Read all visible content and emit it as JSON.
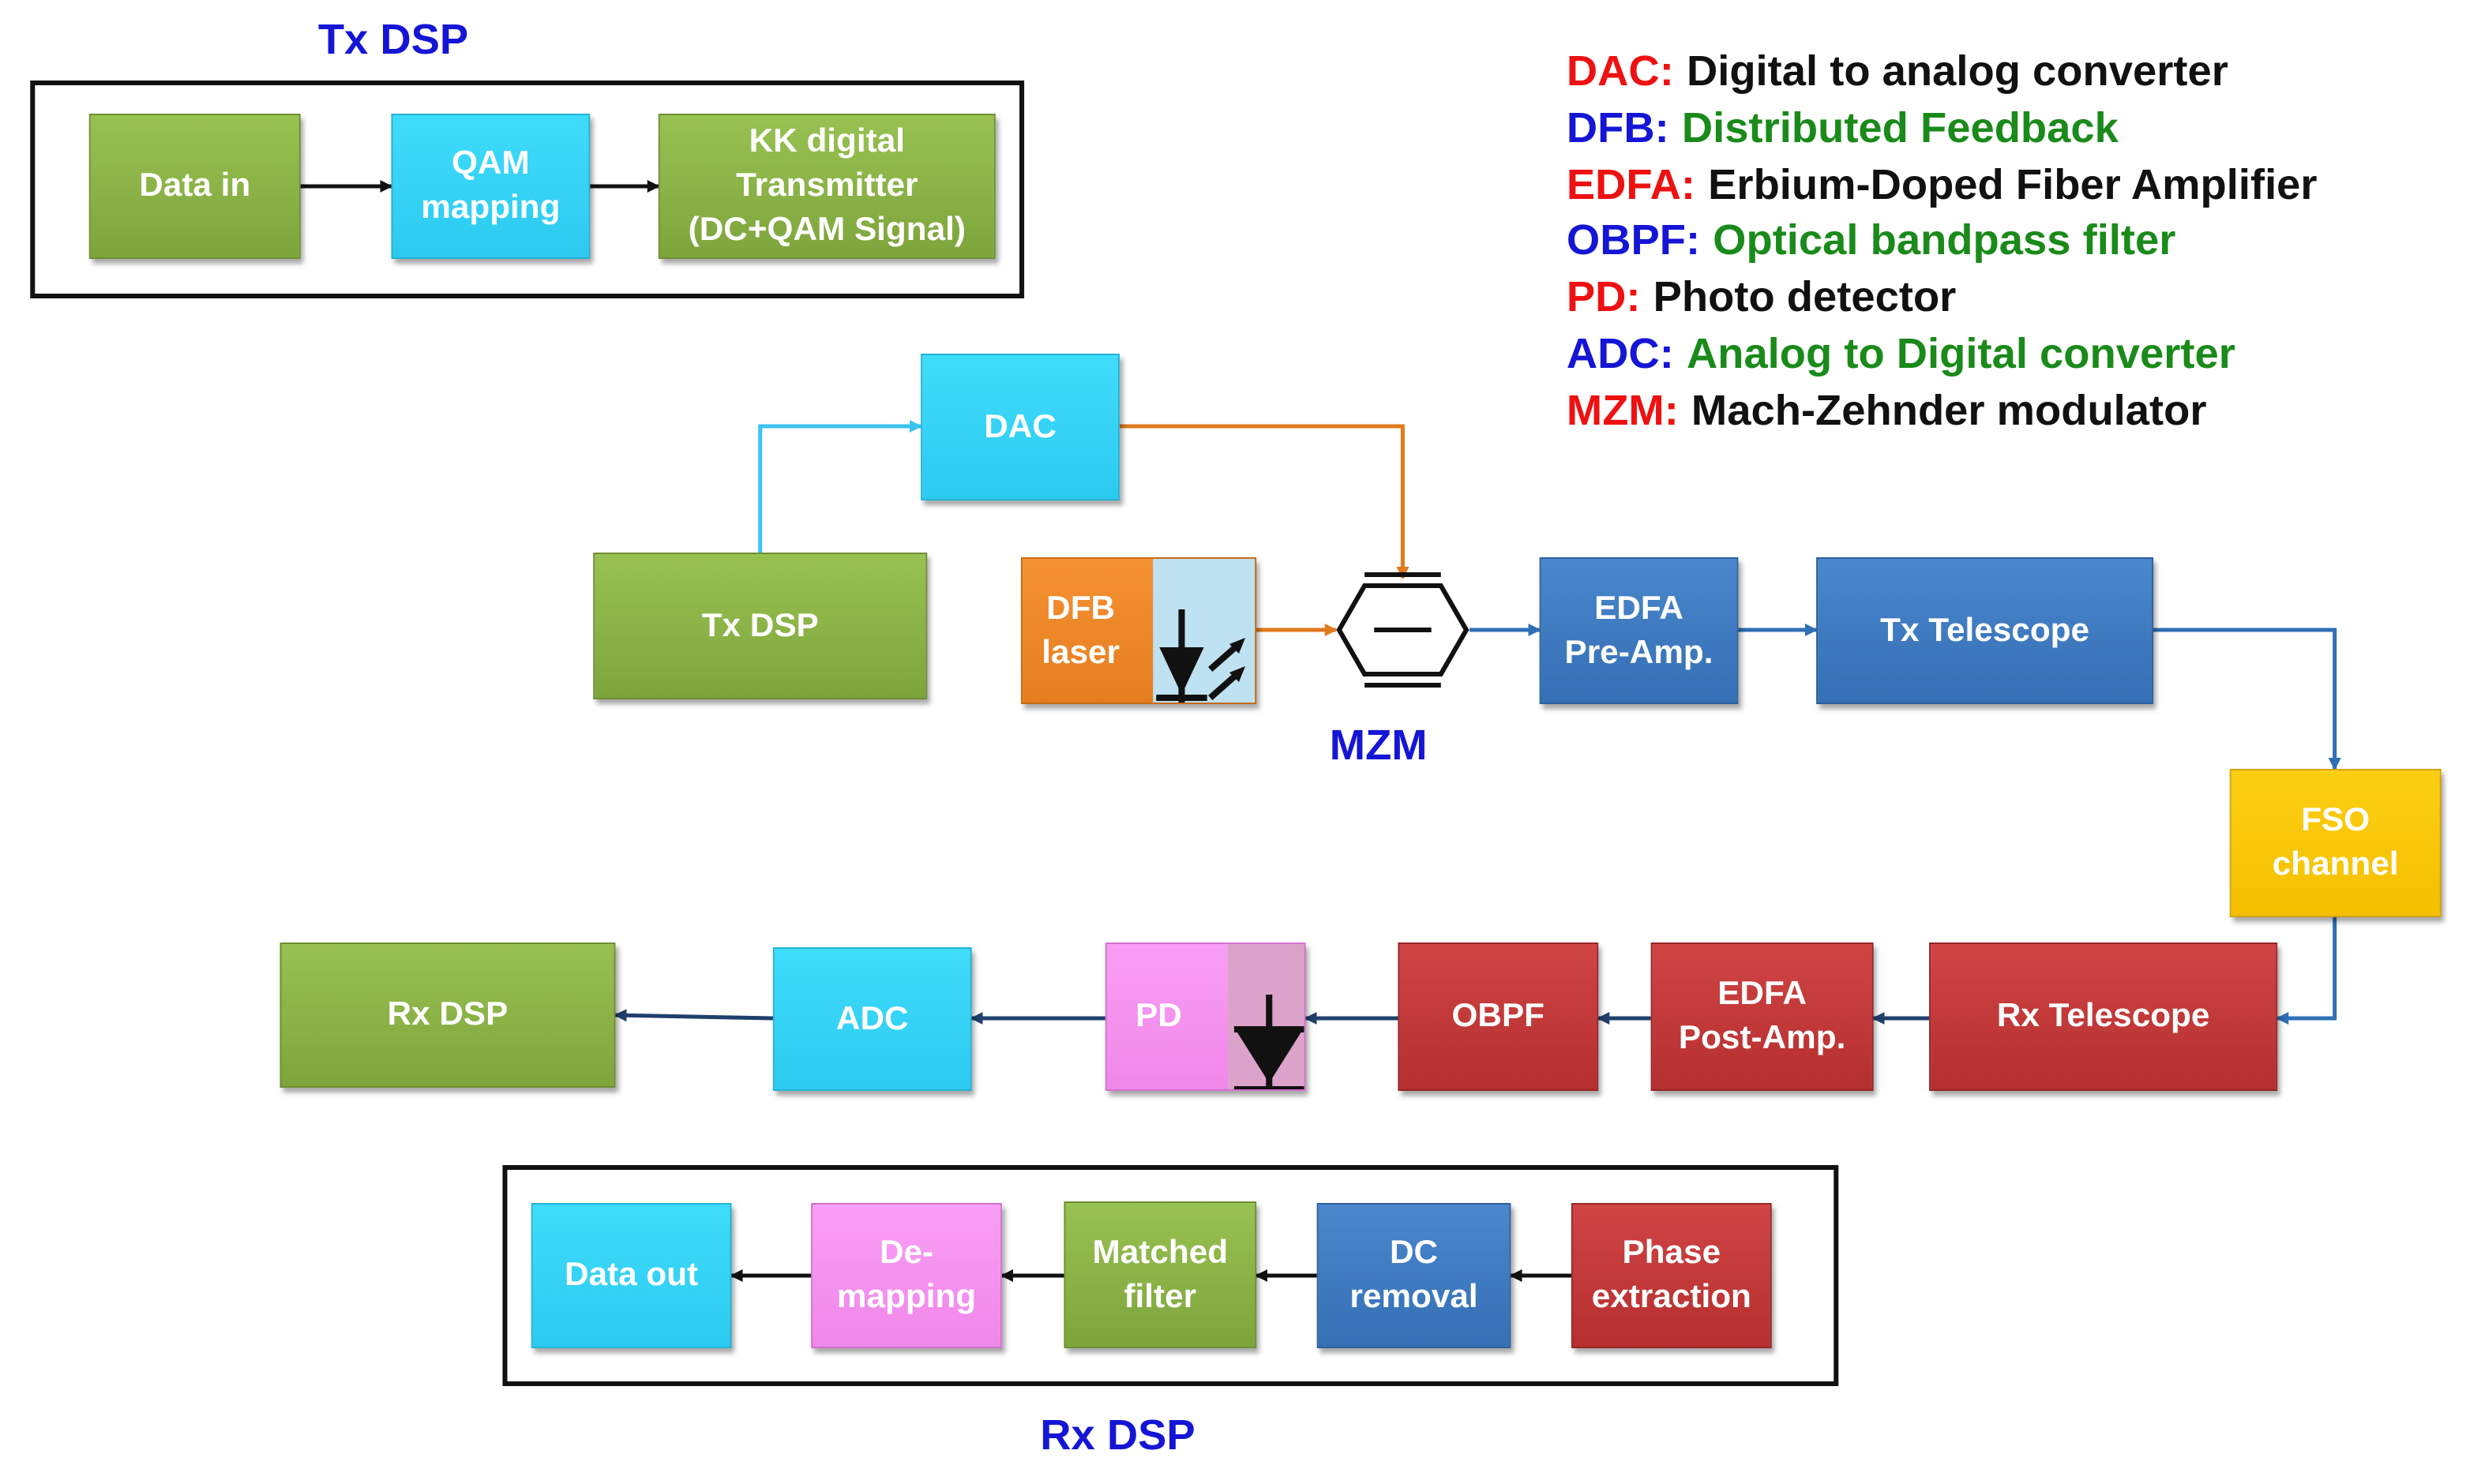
{
  "colors": {
    "legend_red": "#ee1111",
    "legend_blue": "#1515d6",
    "legend_green": "#1a8a1a",
    "legend_black": "#111111",
    "wire_cyan": "#3cc4f0",
    "wire_orange": "#e07a1e",
    "wire_blue": "#2f6fb5",
    "wire_navy": "#1f3f6b",
    "wire_black": "#111111"
  },
  "titles": {
    "tx_dsp": "Tx DSP",
    "rx_dsp": "Rx DSP",
    "mzm": "MZM"
  },
  "tx_dsp_blocks": [
    {
      "label": "Data in",
      "color": "green"
    },
    {
      "label": "QAM\nmapping",
      "color": "cyan"
    },
    {
      "label": "KK digital\nTransmitter\n(DC+QAM Signal)",
      "color": "green"
    }
  ],
  "main_blocks": {
    "dac": "DAC",
    "tx_dsp": "Tx DSP",
    "dfb": "DFB\nlaser",
    "edfa_pre": "EDFA\nPre-Amp.",
    "tx_telescope": "Tx Telescope",
    "fso": "FSO\nchannel",
    "rx_telescope": "Rx Telescope",
    "edfa_post": "EDFA\nPost-Amp.",
    "obpf": "OBPF",
    "pd": "PD",
    "adc": "ADC",
    "rx_dsp": "Rx DSP"
  },
  "rx_dsp_blocks": [
    {
      "label": "Data out",
      "color": "cyan"
    },
    {
      "label": "De-\nmapping",
      "color": "pink"
    },
    {
      "label": "Matched\nfilter",
      "color": "green"
    },
    {
      "label": "DC\nremoval",
      "color": "blue"
    },
    {
      "label": "Phase\nextraction",
      "color": "red"
    }
  ],
  "legend": [
    {
      "abbr": "DAC:",
      "abbr_color": "red",
      "desc": "Digital to analog converter",
      "desc_color": "black"
    },
    {
      "abbr": "DFB:",
      "abbr_color": "blue",
      "desc": "Distributed Feedback",
      "desc_color": "green"
    },
    {
      "abbr": "EDFA:",
      "abbr_color": "red",
      "desc": "Erbium-Doped Fiber Amplifier",
      "desc_color": "black"
    },
    {
      "abbr": "OBPF:",
      "abbr_color": "blue",
      "desc": "Optical bandpass filter",
      "desc_color": "green"
    },
    {
      "abbr": "PD:",
      "abbr_color": "red",
      "desc": "Photo detector",
      "desc_color": "black"
    },
    {
      "abbr": "ADC:",
      "abbr_color": "blue",
      "desc": "Analog to Digital converter",
      "desc_color": "green"
    },
    {
      "abbr": "MZM:",
      "abbr_color": "red",
      "desc": "Mach-Zehnder modulator",
      "desc_color": "black"
    }
  ]
}
